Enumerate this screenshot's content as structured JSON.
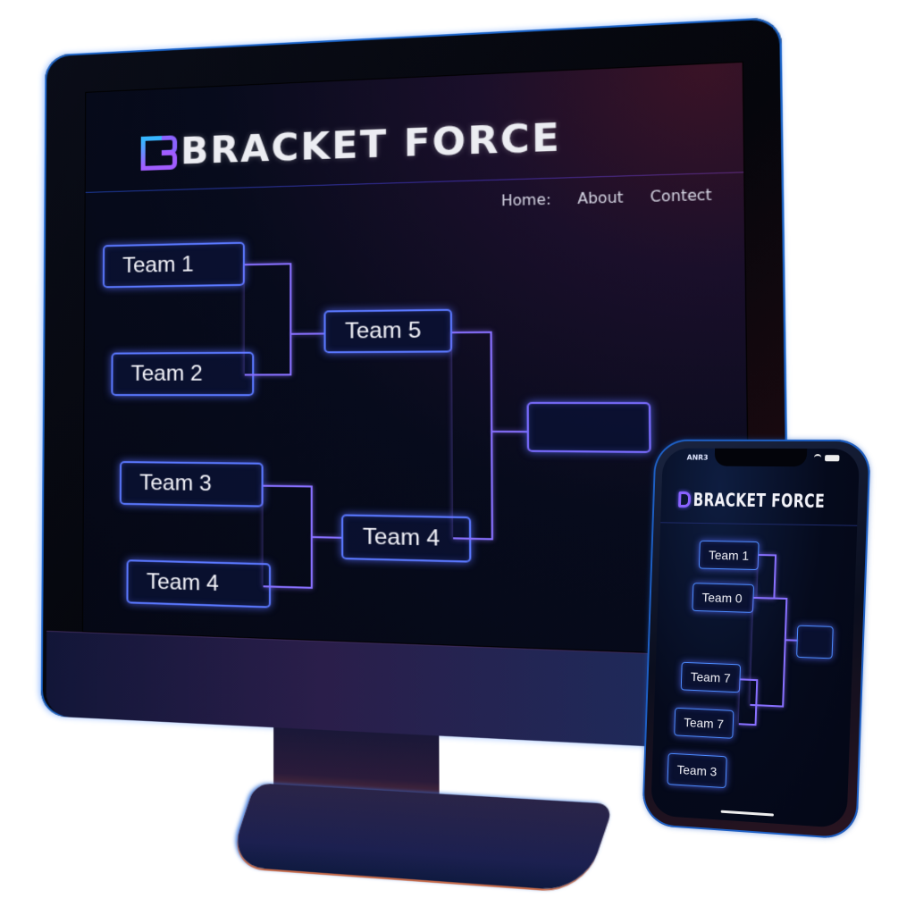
{
  "desktop": {
    "brand": {
      "logo_icon": "b-logo-icon",
      "name": "BRACKET FORCE"
    },
    "nav": [
      {
        "label": "Home:"
      },
      {
        "label": "About"
      },
      {
        "label": "Contect"
      }
    ],
    "bracket": {
      "round1": [
        "Team 1",
        "Team 2",
        "Team 3",
        "Team 4"
      ],
      "round2": [
        "Team 5",
        "Team 4"
      ],
      "final": [
        ""
      ]
    }
  },
  "mobile": {
    "status_bar": {
      "time": "ANR3",
      "icons": [
        "wifi-icon",
        "battery-icon"
      ]
    },
    "brand": {
      "logo_icon": "b-logo-icon",
      "name": "BRACKET FORCE"
    },
    "bracket": {
      "teams": [
        "Team 1",
        "Team 0",
        "Team 7",
        "Team 7",
        "Team 3"
      ],
      "final": [
        ""
      ]
    }
  },
  "colors": {
    "accent_blue": "#5a78ff",
    "accent_purple": "#8870ff",
    "screen_bg": "#070b1c",
    "text": "#f4f4fa"
  }
}
